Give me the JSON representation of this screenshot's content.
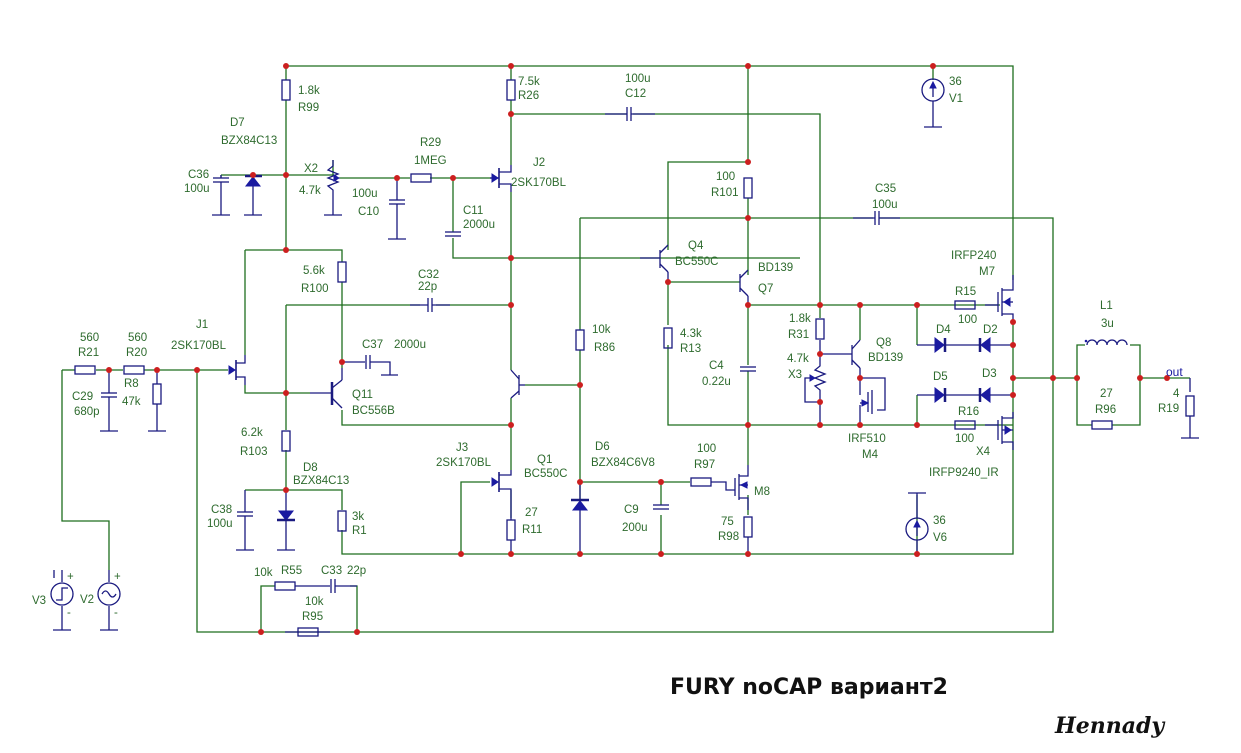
{
  "title": "FURY noCAP  вариант2",
  "signature": "Hennady",
  "colors": {
    "wire": "#1e6e1e",
    "component": "#1a1a80",
    "junction": "#cc1f1f",
    "label": "#2e6b2e"
  },
  "components": {
    "R99": {
      "ref": "R99",
      "value": "1.8k"
    },
    "D7": {
      "ref": "D7",
      "value": "BZX84C13"
    },
    "C36": {
      "ref": "C36",
      "value": "100u"
    },
    "X2": {
      "ref": "X2",
      "value": "4.7k"
    },
    "C10": {
      "ref": "C10",
      "value": "100u"
    },
    "R29": {
      "ref": "R29",
      "value": "1MEG"
    },
    "C11": {
      "ref": "C11",
      "value": "2000u"
    },
    "R26": {
      "ref": "R26",
      "value": "7.5k"
    },
    "J2": {
      "ref": "J2",
      "value": "2SK170BL"
    },
    "C12": {
      "ref": "C12",
      "value": "100u"
    },
    "R101": {
      "ref": "R101",
      "value": "100"
    },
    "Q4": {
      "ref": "Q4",
      "value": "BC550C"
    },
    "Q7": {
      "ref": "Q7",
      "value": "BD139"
    },
    "V1": {
      "ref": "V1",
      "value": "36"
    },
    "C35": {
      "ref": "C35",
      "value": "100u"
    },
    "M7": {
      "ref": "M7",
      "value": "IRFP240"
    },
    "R15": {
      "ref": "R15",
      "value": "100"
    },
    "R100": {
      "ref": "R100",
      "value": "5.6k"
    },
    "C32": {
      "ref": "C32",
      "value": "22p"
    },
    "R21": {
      "ref": "R21",
      "value": "560"
    },
    "R20": {
      "ref": "R20",
      "value": "560"
    },
    "R8": {
      "ref": "R8",
      "value": "47k"
    },
    "C29": {
      "ref": "C29",
      "value": "680p"
    },
    "J1": {
      "ref": "J1",
      "value": "2SK170BL"
    },
    "C37": {
      "ref": "C37",
      "value": "2000u"
    },
    "Q11": {
      "ref": "Q11",
      "value": "BC556B"
    },
    "R86": {
      "ref": "R86",
      "value": "10k"
    },
    "R13": {
      "ref": "R13",
      "value": "4.3k"
    },
    "C4": {
      "ref": "C4",
      "value": "0.22u"
    },
    "R31": {
      "ref": "R31",
      "value": "1.8k"
    },
    "X3": {
      "ref": "X3",
      "value": "4.7k"
    },
    "Q8": {
      "ref": "Q8",
      "value": "BD139"
    },
    "M4": {
      "ref": "M4",
      "value": "IRF510"
    },
    "D4": {
      "ref": "D4"
    },
    "D2": {
      "ref": "D2"
    },
    "D5": {
      "ref": "D5"
    },
    "D3": {
      "ref": "D3"
    },
    "R16": {
      "ref": "R16",
      "value": "100"
    },
    "X4": {
      "ref": "X4",
      "value": "IRFP9240_IR"
    },
    "L1": {
      "ref": "L1",
      "value": "3u"
    },
    "R96": {
      "ref": "R96",
      "value": "27"
    },
    "R19": {
      "ref": "R19",
      "value": "4"
    },
    "out": {
      "label": "out"
    },
    "R103": {
      "ref": "R103",
      "value": "6.2k"
    },
    "D8": {
      "ref": "D8",
      "value": "BZX84C13"
    },
    "C38": {
      "ref": "C38",
      "value": "100u"
    },
    "R1": {
      "ref": "R1",
      "value": "3k"
    },
    "J3": {
      "ref": "J3",
      "value": "2SK170BL"
    },
    "Q1": {
      "ref": "Q1",
      "value": "BC550C"
    },
    "R11": {
      "ref": "R11",
      "value": "27"
    },
    "D6": {
      "ref": "D6",
      "value": "BZX84C6V8"
    },
    "C9": {
      "ref": "C9",
      "value": "200u"
    },
    "R97": {
      "ref": "R97",
      "value": "100"
    },
    "M8": {
      "ref": "M8"
    },
    "R98": {
      "ref": "R98",
      "value": "75"
    },
    "V6": {
      "ref": "V6",
      "value": "36"
    },
    "V3": {
      "ref": "V3"
    },
    "V2": {
      "ref": "V2"
    },
    "R55": {
      "ref": "R55",
      "value": "10k"
    },
    "C33": {
      "ref": "C33",
      "value": "22p"
    },
    "R95": {
      "ref": "R95",
      "value": "10k"
    }
  }
}
